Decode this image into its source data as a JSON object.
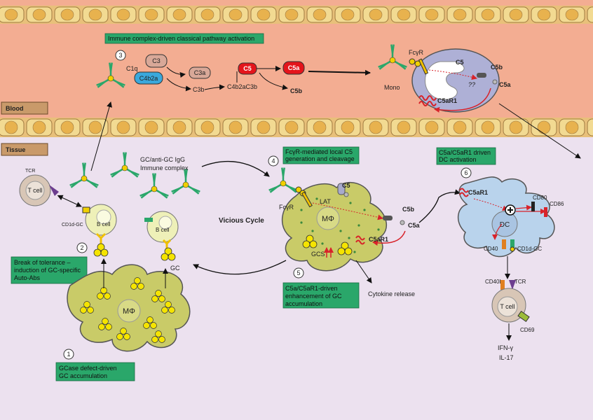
{
  "regions": {
    "blood": "Blood",
    "tissue": "Tissue"
  },
  "steps": {
    "s1": {
      "num": "1",
      "text": [
        "GCase defect-driven",
        "GC accumulation"
      ]
    },
    "s2": {
      "num": "2",
      "text": [
        "Break of tolerance –",
        "induction of GC-specific",
        "Auto-Abs"
      ]
    },
    "s3": {
      "num": "3",
      "text": [
        "Immune complex-driven classical pathway activation"
      ]
    },
    "s4": {
      "num": "4",
      "text": [
        "FcγR-mediated local C5",
        "generation and cleavage"
      ]
    },
    "s5": {
      "num": "5",
      "text": [
        "C5a/C5aR1-driven",
        "enhancement of GC",
        "accumulation"
      ]
    },
    "s6": {
      "num": "6",
      "text": [
        "C5a/C5aR1 driven",
        "DC activation"
      ]
    }
  },
  "labels": {
    "c1q": "C1q",
    "c3": "C3",
    "c4b2a": "C4b2a",
    "c3a": "C3a",
    "c3b": "C3b",
    "c4b2ac3b": "C4b2aC3b",
    "c5": "C5",
    "c5a": "C5a",
    "c5b": "C5b",
    "fcgr": "FcγR",
    "mono": "Mono",
    "qq": "??",
    "c5ar1": "C5aR1",
    "tcr": "TCR",
    "tcell": "T cell",
    "bcell": "B cell",
    "cd1dgc": "CD1d-GC",
    "gc_igg": "GC/anti-GC IgG",
    "immune_complex": "Immune complex",
    "vicious": "Vicious Cycle",
    "mphi": "MΦ",
    "lat": "LAT",
    "gcs": "GCS",
    "gc": "GC",
    "cytokine": "Cytokine release",
    "cd80": "CD80",
    "cd86": "CD86",
    "dc": "DC",
    "cd40": "CD40",
    "cd40l": "CD40L",
    "cd69": "CD69",
    "ifn": "IFN-γ",
    "il17": "IL-17"
  },
  "colors": {
    "blood": "#f3ad92",
    "tissue": "#ece1ef",
    "endothelium": "#f2da92",
    "box": "#2aa76a",
    "macrophage": "#c9cb68",
    "gc_dot": "#f5e400",
    "mono": "#aeb0d6",
    "dc": "#b9d3ec",
    "c5": "#e4141b",
    "c4b2a": "#3aa8dc",
    "c3": "#d8a898",
    "lymph": "#d8c6b6",
    "bcell": "#eef0b8"
  }
}
